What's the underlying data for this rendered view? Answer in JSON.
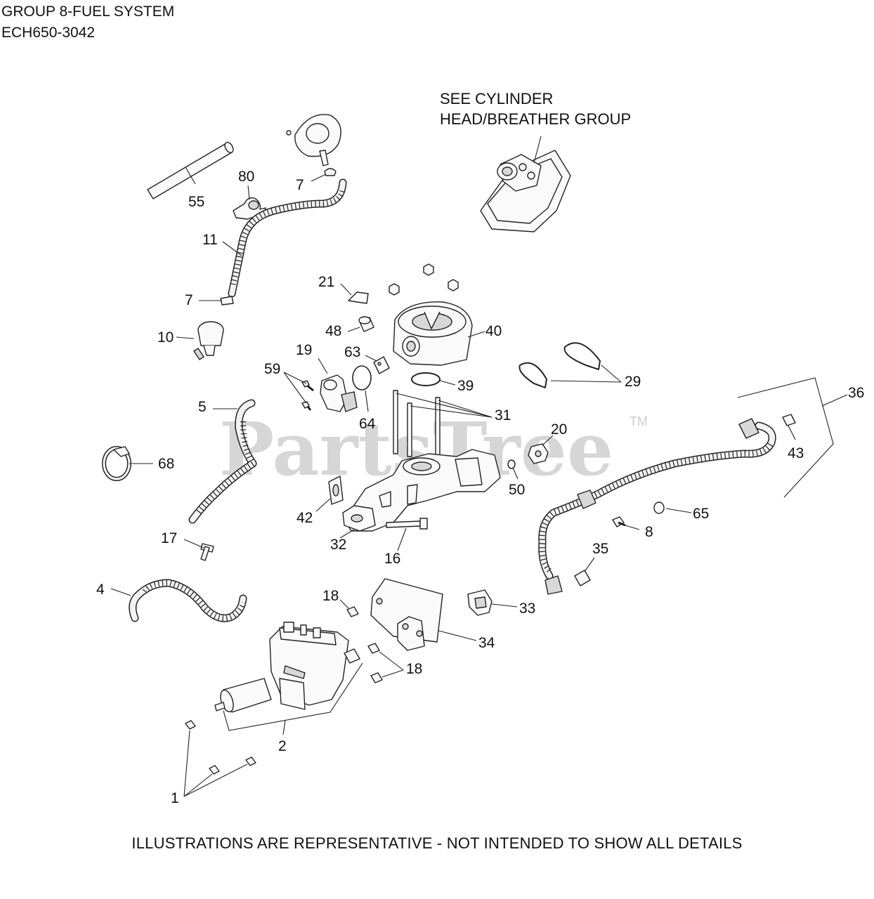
{
  "header": {
    "line1": "GROUP 8-FUEL SYSTEM",
    "line2": "ECH650-3042"
  },
  "note_cylinder": {
    "line1": "SEE CYLINDER",
    "line2": "HEAD/BREATHER GROUP"
  },
  "watermark": {
    "text": "PartsTree",
    "tm": "TM"
  },
  "callouts": {
    "c55": "55",
    "c80": "80",
    "c7a": "7",
    "c11": "11",
    "c7b": "7",
    "c21": "21",
    "c48": "48",
    "c40": "40",
    "c10": "10",
    "c19": "19",
    "c63": "63",
    "c59": "59",
    "c39": "39",
    "c29": "29",
    "c36": "36",
    "c5": "5",
    "c64": "64",
    "c31": "31",
    "c20": "20",
    "c43": "43",
    "c68": "68",
    "c50": "50",
    "c42": "42",
    "c65": "65",
    "c8": "8",
    "c17": "17",
    "c32": "32",
    "c16": "16",
    "c35": "35",
    "c4": "4",
    "c18a": "18",
    "c33": "33",
    "c34": "34",
    "c18b": "18",
    "c2": "2",
    "c1": "1"
  },
  "footer": "ILLUSTRATIONS ARE REPRESENTATIVE - NOT INTENDED TO SHOW ALL DETAILS"
}
